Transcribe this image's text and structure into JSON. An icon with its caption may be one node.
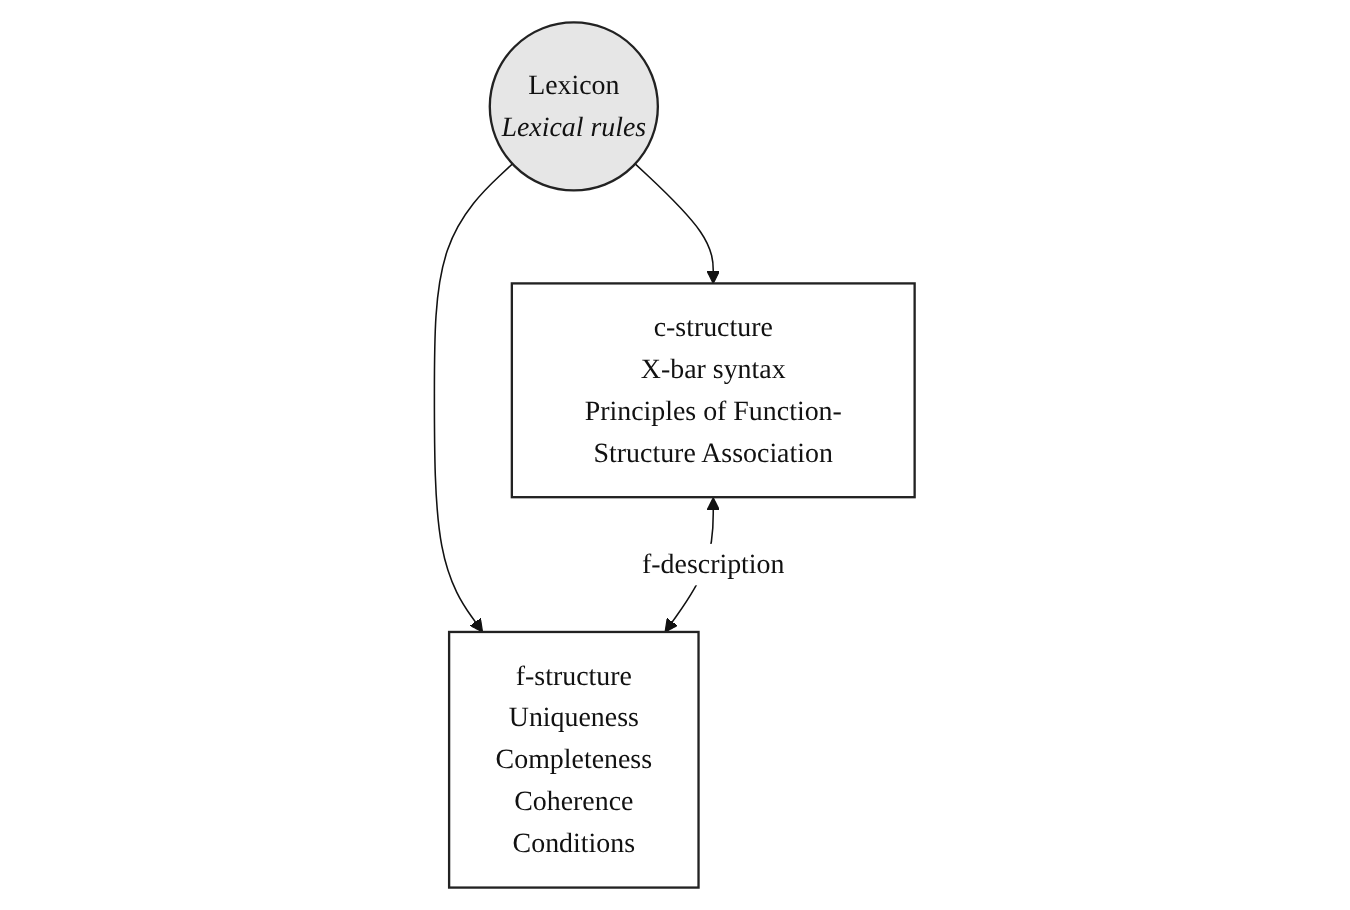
{
  "diagram": {
    "nodes": [
      {
        "text": [
          "Lexicon",
          "Lexical rules"
        ]
      },
      {
        "text": [
          "c-structure",
          "X-bar syntax",
          "Principles of Function-Structure Association"
        ]
      },
      {
        "text": [
          "f-structure",
          "Uniqueness",
          "Completeness",
          "Coherence",
          "Conditions"
        ]
      }
    ],
    "edges": [
      {
        "from": 0,
        "to": 1,
        "arrow": "to"
      },
      {
        "from": 0,
        "to": 2,
        "arrow": "to"
      },
      {
        "from": 1,
        "to": 2,
        "arrow": "both",
        "label": "f-description"
      }
    ]
  }
}
